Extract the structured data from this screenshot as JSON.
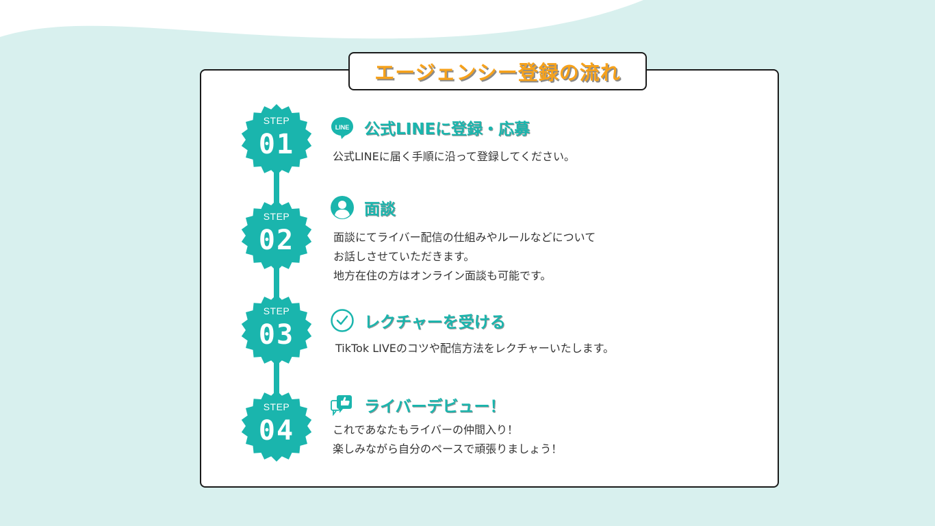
{
  "page": {
    "title": "エージェンシー登録の流れ",
    "colors": {
      "background": "#d8f0ee",
      "accent": "#1ab5ad",
      "title": "#f6a21c"
    }
  },
  "steps": [
    {
      "step_label": "STEP",
      "number": "01",
      "icon": "line-icon",
      "icon_text": "LINE",
      "title": "公式LINEに登録・応募",
      "desc": [
        "公式LINEに届く手順に沿って登録してください。"
      ]
    },
    {
      "step_label": "STEP",
      "number": "02",
      "icon": "person-icon",
      "title": "面談",
      "desc": [
        "面談にてライバー配信の仕組みやルールなどについて",
        "お話しさせていただきます。",
        "地方在住の方はオンライン面談も可能です。"
      ]
    },
    {
      "step_label": "STEP",
      "number": "03",
      "icon": "check-circle-icon",
      "title": "レクチャーを受ける",
      "desc": [
        "TikTok LIVEのコツや配信方法をレクチャーいたします。"
      ]
    },
    {
      "step_label": "STEP",
      "number": "04",
      "icon": "thumbs-up-chat-icon",
      "title": "ライバーデビュー！",
      "desc": [
        "これであなたもライバーの仲間入り！",
        "楽しみながら自分のペースで頑張りましょう！"
      ]
    }
  ]
}
